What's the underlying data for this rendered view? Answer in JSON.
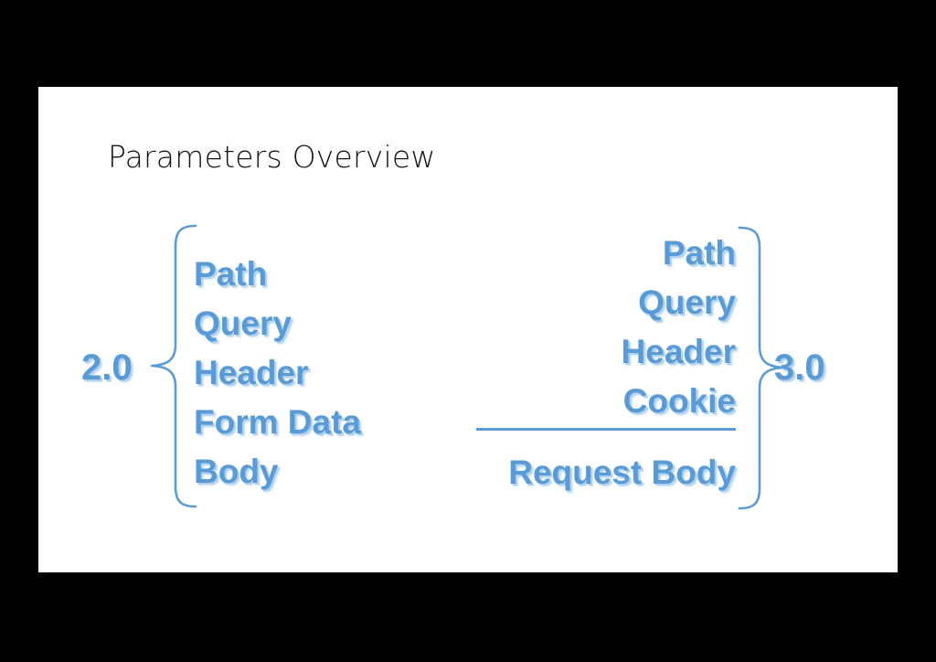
{
  "slide": {
    "title": "Parameters Overview",
    "background_color": "#000000",
    "card_color": "#ffffff",
    "accent_color": "#5B9BD5",
    "title_color": "#151515"
  },
  "groups": [
    {
      "version": "2.0",
      "brace": "left-curly-brace",
      "items": [
        {
          "label": "Path"
        },
        {
          "label": "Query"
        },
        {
          "label": "Header"
        },
        {
          "label": "Form Data"
        },
        {
          "label": "Body"
        }
      ]
    },
    {
      "version": "3.0",
      "brace": "right-curly-brace",
      "items": [
        {
          "label": "Path"
        },
        {
          "label": "Query"
        },
        {
          "label": "Header"
        },
        {
          "label": "Cookie"
        }
      ],
      "divider": true,
      "footer_items": [
        {
          "label": "Request Body"
        }
      ]
    }
  ]
}
